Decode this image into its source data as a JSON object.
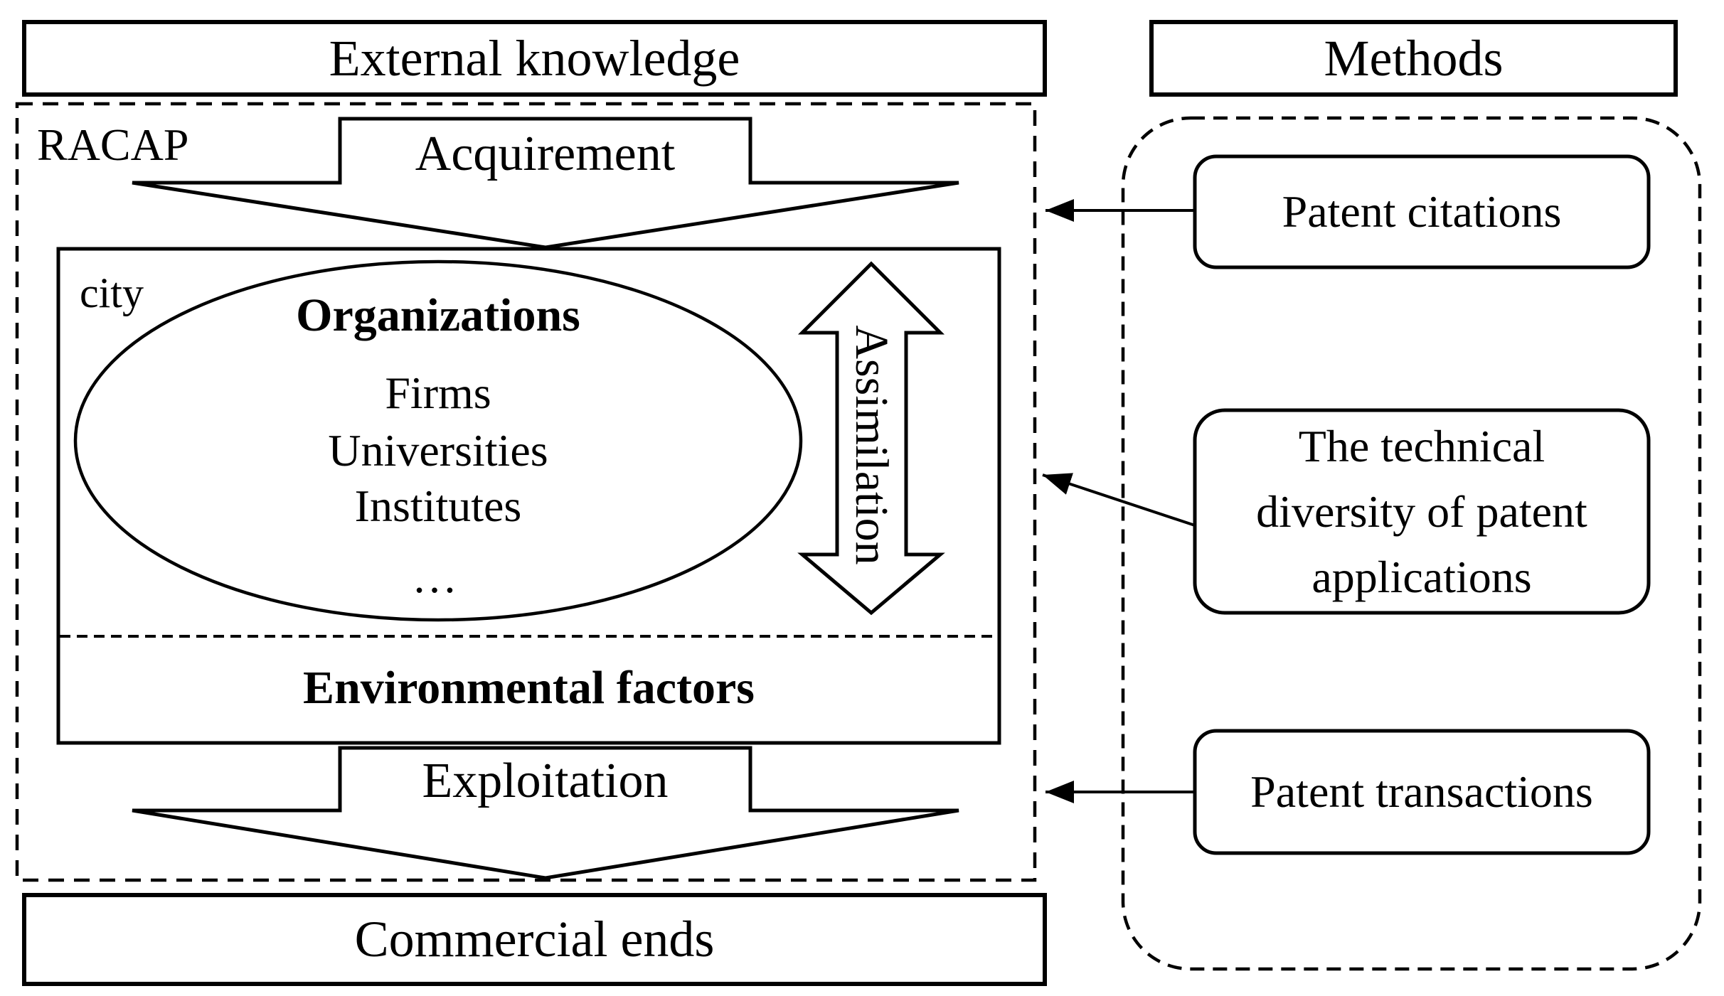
{
  "colors": {
    "line": "#000000",
    "background": "#ffffff",
    "text": "#000000"
  },
  "header": {
    "external_knowledge": "External knowledge",
    "methods": "Methods"
  },
  "racap": {
    "label": "RACAP",
    "acquirement": "Acquirement",
    "city": {
      "label": "city",
      "organizations": {
        "title": "Organizations",
        "items": [
          "Firms",
          "Universities",
          "Institutes",
          "…"
        ]
      },
      "assimilation": "Assimilation",
      "environmental_factors": "Environmental factors"
    },
    "exploitation": "Exploitation"
  },
  "commercial_ends": "Commercial ends",
  "methods_panel": {
    "boxes": [
      {
        "label": "Patent citations"
      },
      {
        "lines": [
          "The technical",
          "diversity of patent",
          "applications"
        ]
      },
      {
        "label": "Patent transactions"
      }
    ]
  }
}
